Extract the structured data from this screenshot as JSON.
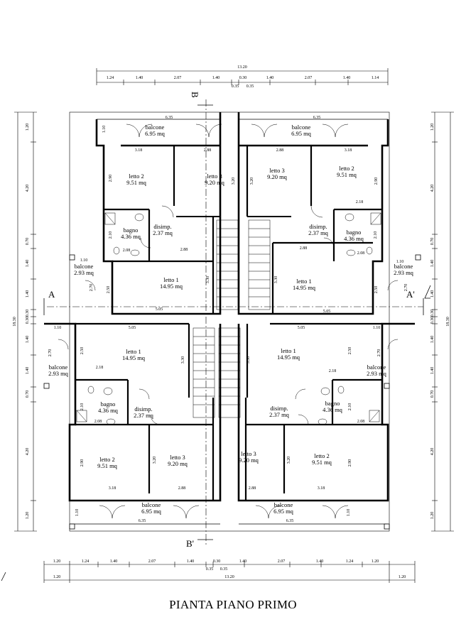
{
  "title": "PIANTA PIANO PRIMO",
  "section_marks": {
    "a_left": "A",
    "a_right": "A'",
    "b_top": "B",
    "b_bottom": "B'"
  },
  "top_dims": {
    "overall": "13.20",
    "row": [
      "1.24",
      "1.40",
      "2.07",
      "1.40",
      "0.30",
      "1.40",
      "2.07",
      "1.40",
      "1.14"
    ],
    "sub": [
      "0.35",
      "0.35"
    ]
  },
  "bottom_dims": {
    "row": [
      "1.20",
      "1.24",
      "1.40",
      "2.07",
      "1.40",
      "0.30",
      "1.40",
      "2.07",
      "1.40",
      "1.24",
      "1.20"
    ],
    "sub": [
      "0.35",
      "0.35"
    ],
    "overall": [
      "1.20",
      "13.20",
      "1.20"
    ]
  },
  "side_dims": {
    "segments": [
      "1.20",
      "4.20",
      "0.70",
      "1.40",
      "1.40",
      "0.30",
      "0.30",
      "1.40",
      "1.40",
      "0.70",
      "4.20",
      "1.20"
    ],
    "overall": "18.30"
  },
  "rooms": [
    {
      "name": "balcone",
      "area": "6.95 mq"
    },
    {
      "name": "balcone",
      "area": "6.95 mq"
    },
    {
      "name": "letto 2",
      "area": "9.51 mq"
    },
    {
      "name": "letto 3",
      "area": "9.20 mq"
    },
    {
      "name": "letto 3",
      "area": "9.20 mq"
    },
    {
      "name": "letto 2",
      "area": "9.51 mq"
    },
    {
      "name": "bagno",
      "area": "4.36 mq"
    },
    {
      "name": "disimp.",
      "area": "2.37 mq"
    },
    {
      "name": "disimp.",
      "area": "2.37 mq"
    },
    {
      "name": "bagno",
      "area": "4.36 mq"
    },
    {
      "name": "balcone",
      "area": "2.93 mq"
    },
    {
      "name": "letto 1",
      "area": "14.95 mq"
    },
    {
      "name": "letto 1",
      "area": "14.95 mq"
    },
    {
      "name": "balcone",
      "area": "2.93 mq"
    },
    {
      "name": "letto 1",
      "area": "14.95 mq"
    },
    {
      "name": "letto 1",
      "area": "14.95 mq"
    },
    {
      "name": "balcone",
      "area": "2.93 mq"
    },
    {
      "name": "balcone",
      "area": "2.93 mq"
    },
    {
      "name": "bagno",
      "area": "4.36 mq"
    },
    {
      "name": "disimp.",
      "area": "2.37 mq"
    },
    {
      "name": "disimp.",
      "area": "2.37 mq"
    },
    {
      "name": "bagno",
      "area": "4.36 mq"
    },
    {
      "name": "letto 2",
      "area": "9.51 mq"
    },
    {
      "name": "letto 3",
      "area": "9.20 mq"
    },
    {
      "name": "letto 3",
      "area": "9.20 mq"
    },
    {
      "name": "letto 2",
      "area": "9.51 mq"
    },
    {
      "name": "balcone",
      "area": "6.95 mq"
    },
    {
      "name": "balcone",
      "area": "6.95 mq"
    }
  ],
  "inner_dims": [
    "6.35",
    "6.35",
    "1.10",
    "3.18",
    "2.88",
    "2.88",
    "3.18",
    "2.90",
    "3.20",
    "3.20",
    "2.90",
    "2.18",
    "2.10",
    "2.08",
    "2.10",
    "2.08",
    "2.88",
    "2.88",
    "1.10",
    "2.70",
    "2.50",
    "3.30",
    "3.30",
    "2.50",
    "1.10",
    "2.70",
    "5.05",
    "5.05",
    "1.10",
    "5.05",
    "5.05",
    "1.10",
    "2.70",
    "2.50",
    "3.30",
    "3.30",
    "2.50",
    "2.70",
    "2.18",
    "2.18",
    "2.10",
    "2.08",
    "2.08",
    "2.10",
    "2.90",
    "3.20",
    "3.20",
    "2.90",
    "3.18",
    "2.88",
    "2.88",
    "3.18",
    "1.10",
    "1.10",
    "6.35",
    "6.35"
  ]
}
